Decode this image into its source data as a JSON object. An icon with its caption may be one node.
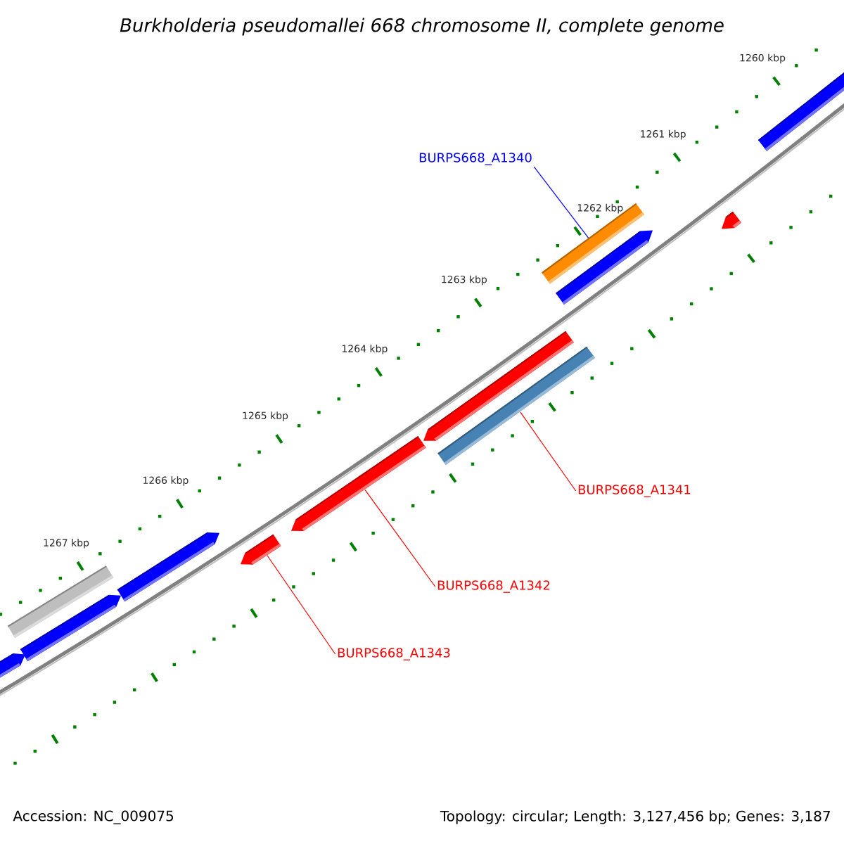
{
  "diagram": {
    "title": "Burkholderia pseudomallei 668 chromosome II, complete genome",
    "nodes": [
      {
        "text": [
          "BURPS668_A1340"
        ]
      },
      {
        "text": [],
        "shape": "bar"
      },
      {
        "text": [
          "BURPS668_A1341"
        ]
      },
      {
        "text": [],
        "shape": "bar"
      },
      {
        "text": [
          "BURPS668_A1342"
        ]
      },
      {
        "text": [],
        "shape": "bar"
      },
      {
        "text": [
          "BURPS668_A1343"
        ]
      },
      {
        "text": [],
        "shape": "bar"
      }
    ],
    "edges": [
      {
        "from": 0,
        "to": 1,
        "arrow": "none",
        "color": "#0000ff"
      },
      {
        "from": 2,
        "to": 3,
        "arrow": "none"
      },
      {
        "from": 4,
        "to": 5,
        "arrow": "none"
      },
      {
        "from": 6,
        "to": 7,
        "arrow": "none"
      }
    ],
    "labels": [
      "1260 kbp",
      "1261 kbp",
      "1262 kbp",
      "1263 kbp",
      "1264 kbp",
      "1265 kbp",
      "1266 kbp",
      "1267 kbp",
      "Accession: NC_009075",
      "Topology: circular; Length: 3,127,456 bp; Genes: 3,187"
    ]
  }
}
